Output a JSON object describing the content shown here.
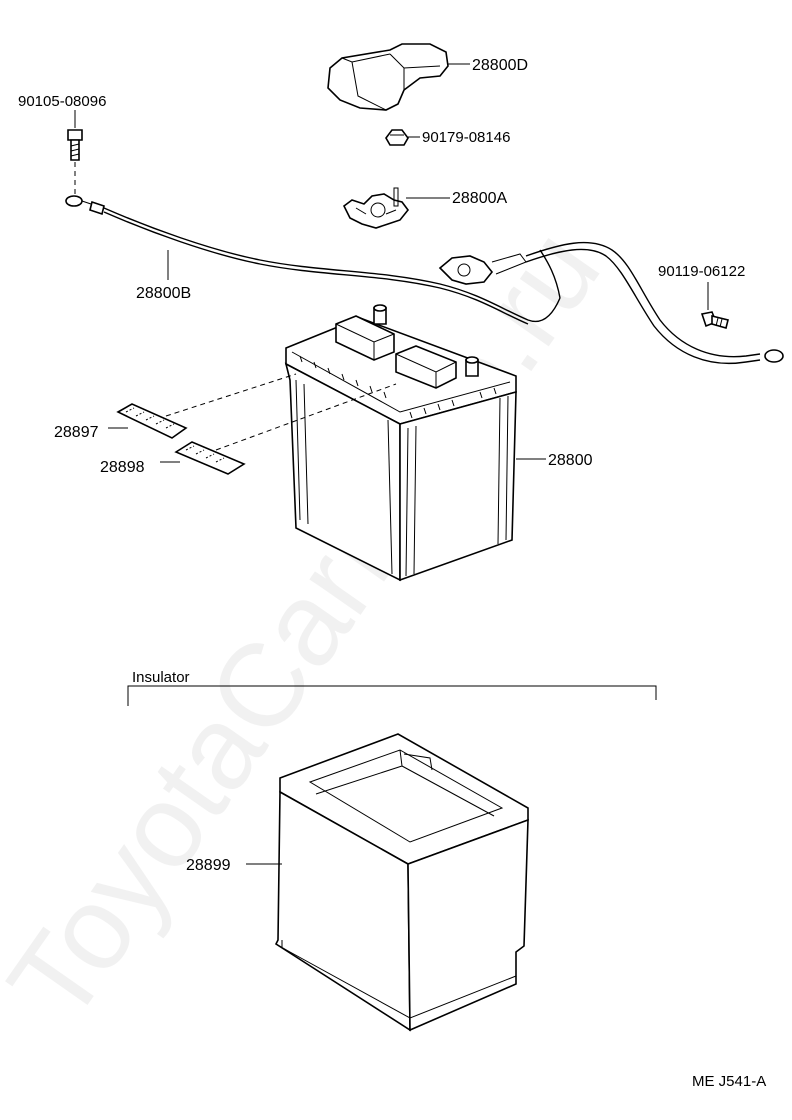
{
  "watermark": "ToyotaCarMine.ru",
  "labels": {
    "p28800D": "28800D",
    "p90179": "90179-08146",
    "p28800A": "28800A",
    "p90105": "90105-08096",
    "p28800B": "28800B",
    "p90119": "90119-06122",
    "p28897": "28897",
    "p28898": "28898",
    "p28800": "28800",
    "p28899": "28899"
  },
  "section_label": "Insulator",
  "footer_code": "ME  J541-A"
}
